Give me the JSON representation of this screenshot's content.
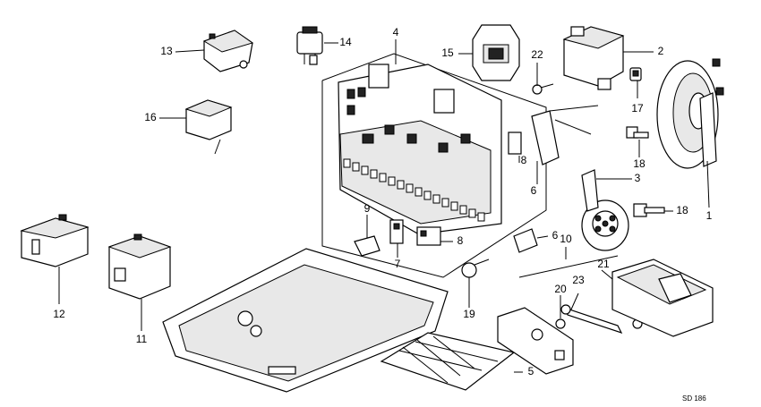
{
  "diagram": {
    "drawing_code": "SD 186",
    "callouts": [
      {
        "id": "c1",
        "label": "1"
      },
      {
        "id": "c2",
        "label": "2"
      },
      {
        "id": "c3",
        "label": "3"
      },
      {
        "id": "c4",
        "label": "4"
      },
      {
        "id": "c5",
        "label": "5"
      },
      {
        "id": "c6a",
        "label": "6"
      },
      {
        "id": "c6b",
        "label": "6"
      },
      {
        "id": "c7",
        "label": "7"
      },
      {
        "id": "c8a",
        "label": "8"
      },
      {
        "id": "c8b",
        "label": "8"
      },
      {
        "id": "c9",
        "label": "9"
      },
      {
        "id": "c10",
        "label": "10"
      },
      {
        "id": "c11",
        "label": "11"
      },
      {
        "id": "c12",
        "label": "12"
      },
      {
        "id": "c13",
        "label": "13"
      },
      {
        "id": "c14",
        "label": "14"
      },
      {
        "id": "c15",
        "label": "15"
      },
      {
        "id": "c16",
        "label": "16"
      },
      {
        "id": "c17",
        "label": "17"
      },
      {
        "id": "c18a",
        "label": "18"
      },
      {
        "id": "c18b",
        "label": "18"
      },
      {
        "id": "c19",
        "label": "19"
      },
      {
        "id": "c20",
        "label": "20"
      },
      {
        "id": "c21",
        "label": "21"
      },
      {
        "id": "c22",
        "label": "22"
      },
      {
        "id": "c23",
        "label": "23"
      }
    ]
  }
}
